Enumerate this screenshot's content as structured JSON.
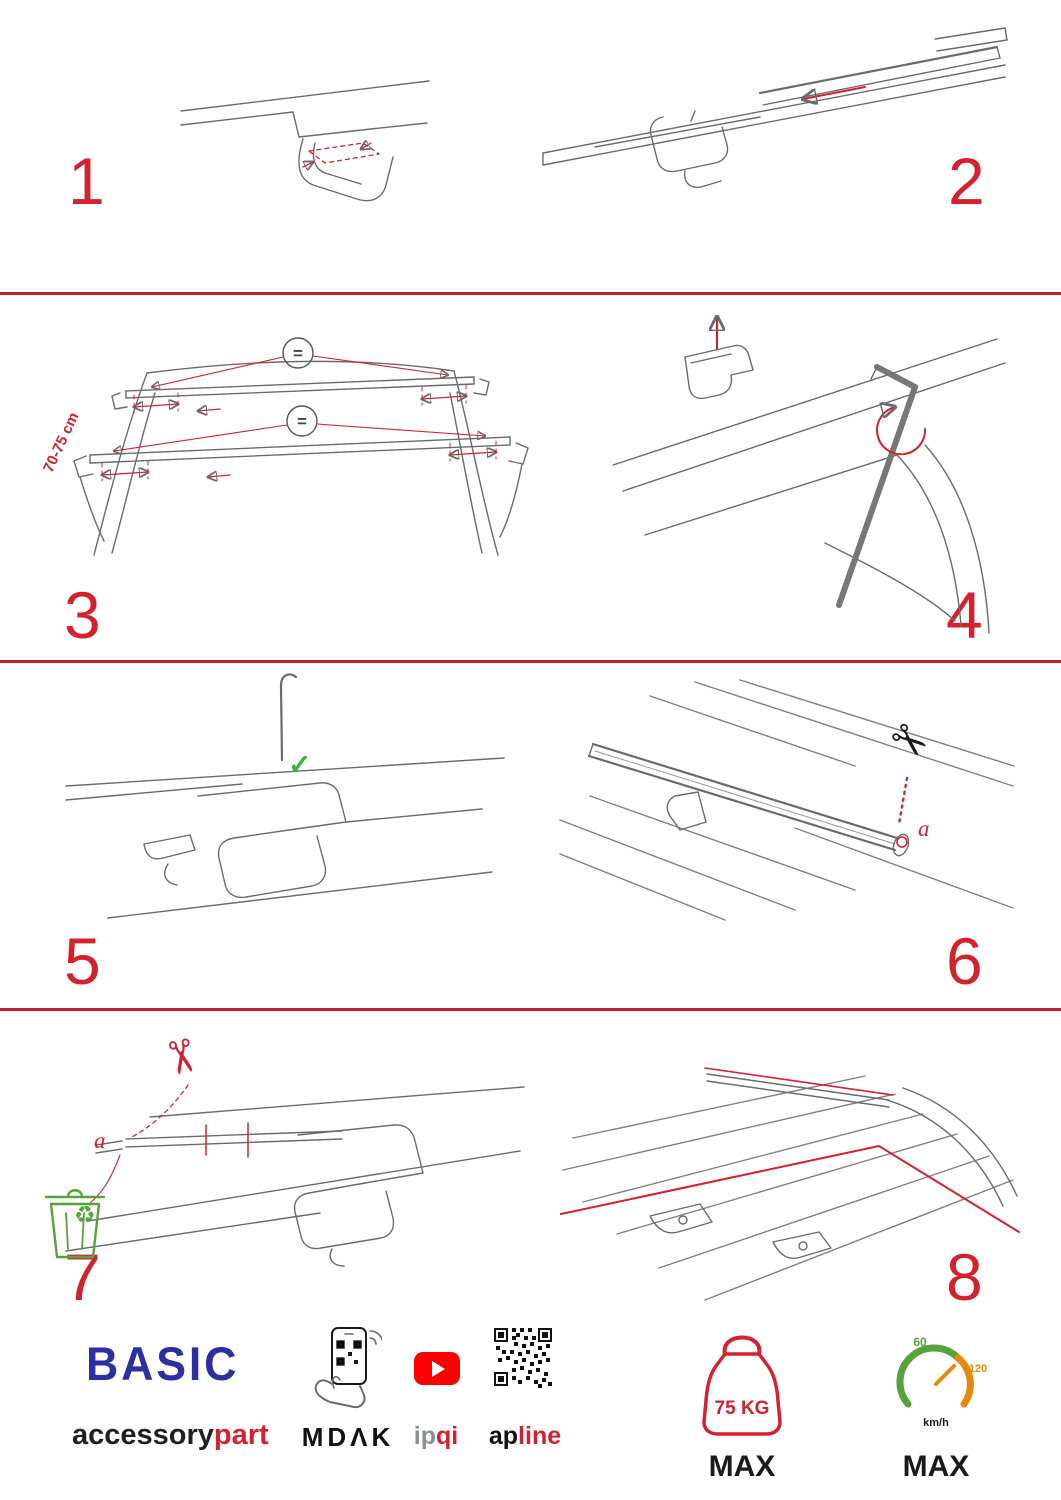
{
  "page": {
    "background": "#ffffff",
    "accent_red": "#d5202e"
  },
  "steps": {
    "one": {
      "number": "1"
    },
    "two": {
      "number": "2"
    },
    "three": {
      "number": "3",
      "dimension_label": "70-75 cm",
      "equal_rear": "=",
      "equal_front": "="
    },
    "four": {
      "number": "4"
    },
    "five": {
      "number": "5"
    },
    "six": {
      "number": "6",
      "cut_label": "a"
    },
    "seven": {
      "number": "7",
      "cut_label": "a"
    },
    "eight": {
      "number": "8"
    }
  },
  "icons": {
    "scissors": "✂",
    "check": "✓",
    "recycle": "♻"
  },
  "footer": {
    "brand": "BASIC",
    "brand_sub": {
      "part1": "accessory",
      "part2": "part"
    },
    "mdak_label": "MDΛK",
    "ipqi": {
      "part1": "ip",
      "part2": "qi"
    },
    "apline": {
      "part1": "ap",
      "part2": "line"
    },
    "weight": {
      "value": "75 KG",
      "max_label": "MAX"
    },
    "speedometer": {
      "low": "60",
      "high": "120",
      "unit": "km/h",
      "max_label": "MAX"
    }
  }
}
